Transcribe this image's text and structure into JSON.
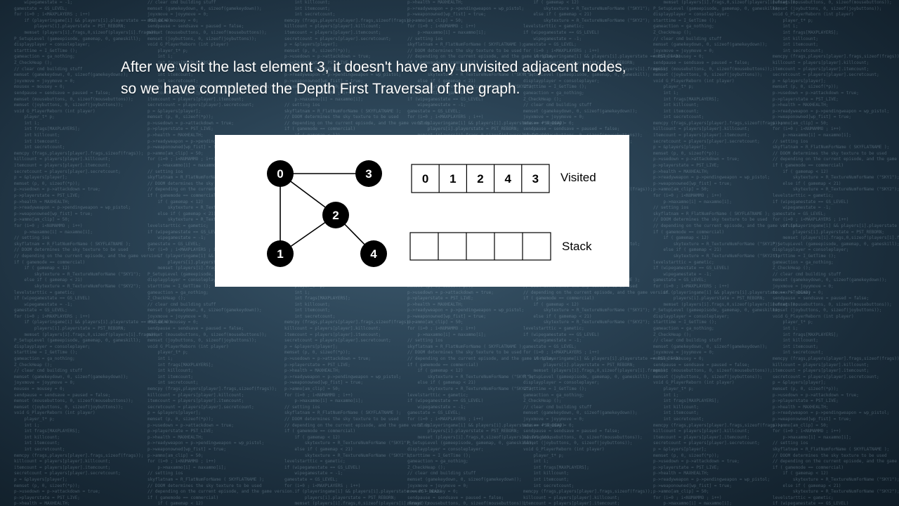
{
  "caption": {
    "line1": "After we visit the last element 3, it doesn't have any unvisited adjacent nodes,",
    "line2": "so we have completed the Depth First Traversal of the graph."
  },
  "graph": {
    "nodes": [
      {
        "id": "0",
        "label": "0"
      },
      {
        "id": "3",
        "label": "3"
      },
      {
        "id": "2",
        "label": "2"
      },
      {
        "id": "1",
        "label": "1"
      },
      {
        "id": "4",
        "label": "4"
      }
    ],
    "edges": [
      [
        "0",
        "3"
      ],
      [
        "0",
        "2"
      ],
      [
        "0",
        "1"
      ],
      [
        "1",
        "2"
      ],
      [
        "2",
        "4"
      ]
    ],
    "node_color": "#000000",
    "label_color": "#ffffff"
  },
  "visited": {
    "label": "Visited",
    "cells": [
      "0",
      "1",
      "2",
      "4",
      "3"
    ]
  },
  "stack": {
    "label": "Stack",
    "cells": [
      "",
      "",
      "",
      "",
      ""
    ]
  },
  "background_code": [
    "// setting ios",
    "skyflatnam = R_FlatNumForName ( SKYFLATNAME );",
    "// DOOM determines the sky texture to be used",
    "// depending on the current episode, and the game version.",
    "if ( gamemode == commercial)",
    "    if ( gamemap < 12)",
    "        skytexture = R_TextureNumForName (\"SKY1\");",
    "    else if ( gamemap < 21)",
    "        skytexture = R_TextureNumForName (\"SKY2\");",
    "levelstarttic = gametic;",
    "if (wipegamestate == GS_LEVEL)",
    "    wipegamestate = -1;",
    "gamestate = GS_LEVEL;",
    "for (i=0 ; i<MAXPLAYERS ; i++)",
    "    if (playeringame[i] && players[i].playerstate == PST_DEAD)",
    "        players[i].playerstate = PST_REBORN;",
    "    memset (players[i].frags,0,sizeof(players[i].frags));",
    "P_SetupLevel (gameepisode, gamemap, 0, gameskill);",
    "displayplayer = consoleplayer;",
    "starttime = I_GetTime ();",
    "gameaction = ga_nothing;",
    "Z_CheckHeap ();",
    "// clear cmd building stuff",
    "memset (gamekeydown, 0, sizeof(gamekeydown));",
    "joyxmove = joyymove = 0;",
    "mousex = mousey = 0;",
    "sendpause = sendsave = paused = false;",
    "memset (mousebuttons, 0, sizeof(mousebuttons));",
    "memset (joybuttons, 0, sizeof(joybuttons));",
    "void G_PlayerReborn (int player)",
    "    player_t* p;",
    "    int i;",
    "    int frags[MAXPLAYERS];",
    "    int killcount;",
    "    int itemcount;",
    "    int secretcount;",
    "memcpy (frags,players[player].frags,sizeof(frags));",
    "killcount = players[player].killcount;",
    "itemcount = players[player].itemcount;",
    "secretcount = players[player].secretcount;",
    "p = &players[player];",
    "memset (p, 0, sizeof(*p));",
    "p->usedown = p->attackdown = true;",
    "p->playerstate = PST_LIVE;",
    "p->health = MAXHEALTH;",
    "p->readyweapon = p->pendingweapon = wp_pistol;",
    "p->weaponowned[wp_fist] = true;",
    "p->ammo[am_clip] = 50;",
    "for (i=0 ; i<NUMAMMO ; i++)",
    "    p->maxammo[i] = maxammo[i];"
  ]
}
